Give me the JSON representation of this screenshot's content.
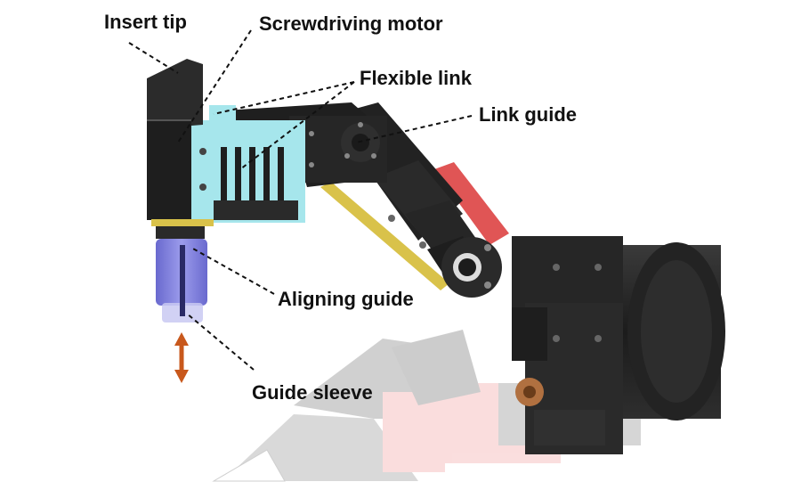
{
  "labels": {
    "insert_tip": "Insert tip",
    "screwdriving_motor": "Screwdriving motor",
    "flexible_link": "Flexible link",
    "link_guide": "Link guide",
    "aligning_guide": "Aligning guide",
    "guide_sleeve": "Guide sleeve"
  },
  "colors": {
    "body_dark": "#1f1f1f",
    "bracket_cyan": "#a6e6ec",
    "link_red": "#e05555",
    "sleeve_blue": "#6d6ddc",
    "gold": "#d9c24a",
    "arrow_orange": "#c8581c",
    "ghost_pink": "#f3b8b8"
  },
  "icons": {
    "motion_arrow": "double-vertical-arrow-icon"
  }
}
